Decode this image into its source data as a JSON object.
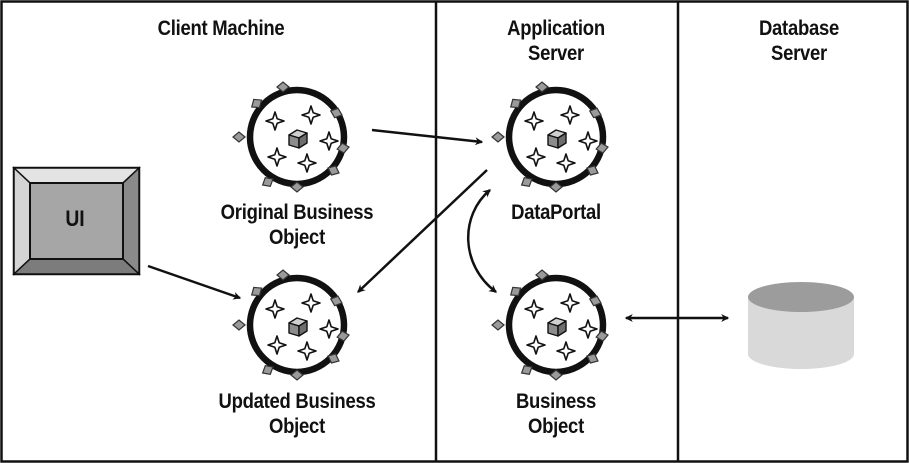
{
  "columns": {
    "client": "Client Machine",
    "app_line1": "Application",
    "app_line2": "Server",
    "db_line1": "Database",
    "db_line2": "Server"
  },
  "ui_box": {
    "label": "UI"
  },
  "objects": {
    "original_line1": "Original Business",
    "original_line2": "Object",
    "updated_line1": "Updated Business",
    "updated_line2": "Object",
    "dataportal": "DataPortal",
    "business_line1": "Business",
    "business_line2": "Object"
  },
  "colors": {
    "line": "#111111",
    "ui_fill": "#bdbdbd",
    "ui_face": "#9e9e9e",
    "diamond": "#9a9a9a",
    "cube": "#8c8c8c",
    "db_top": "#9c9c9c",
    "db_body": "#d9d9d9"
  }
}
